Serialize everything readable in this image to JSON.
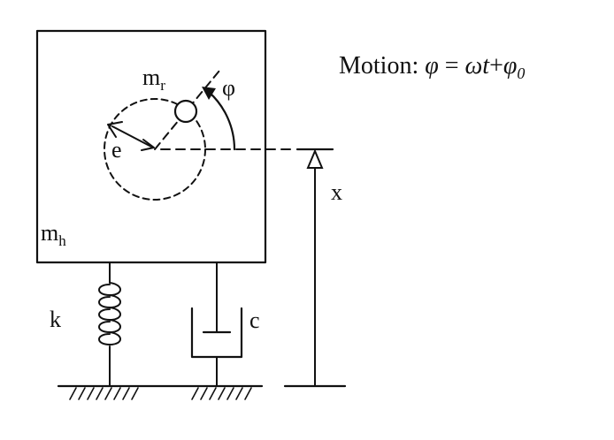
{
  "labels": {
    "rotor_mass": "m",
    "rotor_mass_sub": "r",
    "housing_mass": "m",
    "housing_mass_sub": "h",
    "phase_angle": "φ",
    "eccentricity": "e",
    "displacement": "x",
    "stiffness": "k",
    "damping": "c"
  },
  "equation": {
    "prefix": "Motion: ",
    "phi": "φ",
    "equals": " = ",
    "omega_t": "ωt",
    "plus": "+",
    "phi0_base": "φ",
    "phi0_sub": "0"
  },
  "colors": {
    "ink": "#111111",
    "background": "#ffffff"
  }
}
